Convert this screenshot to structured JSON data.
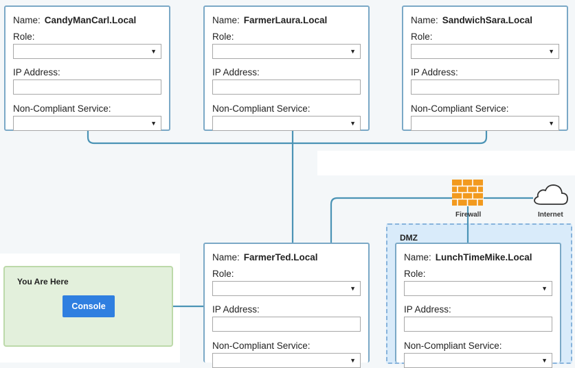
{
  "hosts": {
    "candyman": {
      "name_label": "Name:",
      "name": "CandyManCarl.Local",
      "role_label": "Role:",
      "role_value": "",
      "ip_label": "IP Address:",
      "ip_value": "",
      "service_label": "Non-Compliant Service:",
      "service_value": ""
    },
    "farmerlaura": {
      "name_label": "Name:",
      "name": "FarmerLaura.Local",
      "role_label": "Role:",
      "role_value": "",
      "ip_label": "IP Address:",
      "ip_value": "",
      "service_label": "Non-Compliant Service:",
      "service_value": ""
    },
    "sandwichsara": {
      "name_label": "Name:",
      "name": "SandwichSara.Local",
      "role_label": "Role:",
      "role_value": "",
      "ip_label": "IP Address:",
      "ip_value": "",
      "service_label": "Non-Compliant Service:",
      "service_value": ""
    },
    "farmerted": {
      "name_label": "Name:",
      "name": "FarmerTed.Local",
      "role_label": "Role:",
      "role_value": "",
      "ip_label": "IP Address:",
      "ip_value": "",
      "service_label": "Non-Compliant Service:",
      "service_value": ""
    },
    "lunchtimemike": {
      "name_label": "Name:",
      "name": "LunchTimeMike.Local",
      "role_label": "Role:",
      "role_value": "",
      "ip_label": "IP Address:",
      "ip_value": "",
      "service_label": "Non-Compliant Service:",
      "service_value": ""
    }
  },
  "network": {
    "firewall_label": "Firewall",
    "internet_label": "Internet",
    "dmz_label": "DMZ"
  },
  "you_are_here": {
    "title": "You Are Here",
    "console_label": "Console"
  },
  "colors": {
    "line": "#4a93b5",
    "card_border": "#7aa8c6",
    "dmz_fill": "#d9ebfa",
    "here_fill": "#e3f0dc",
    "console_button": "#2f7fe0",
    "firewall_orange": "#f29a1f"
  },
  "icons": [
    "firewall-icon",
    "cloud-icon",
    "chevron-down-icon"
  ]
}
